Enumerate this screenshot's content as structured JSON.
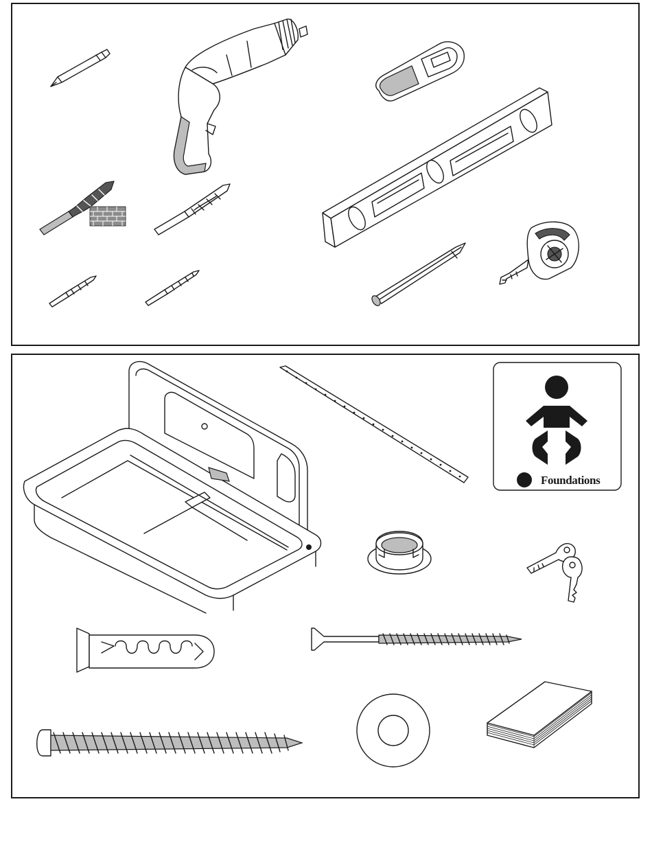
{
  "panels": {
    "tools": {
      "items": [
        "screwdriver-bit",
        "power-drill",
        "stud-finder",
        "masonry-drill-bit",
        "brick-wall",
        "drill-bit-large",
        "spirit-level",
        "pencil",
        "tape-measure",
        "drill-bit-small",
        "drill-bit-medium"
      ]
    },
    "parts": {
      "items": [
        "baby-changing-station",
        "mounting-strap",
        "wall-sign",
        "hole-bushing",
        "keys",
        "wall-anchor",
        "long-wood-screw",
        "pan-head-screw",
        "washer",
        "instruction-sheets"
      ],
      "sign": {
        "brand": "Foundations"
      }
    }
  },
  "colors": {
    "ink": "#1a1a1a",
    "paper": "#ffffff",
    "shade": "#bdbdbd"
  }
}
